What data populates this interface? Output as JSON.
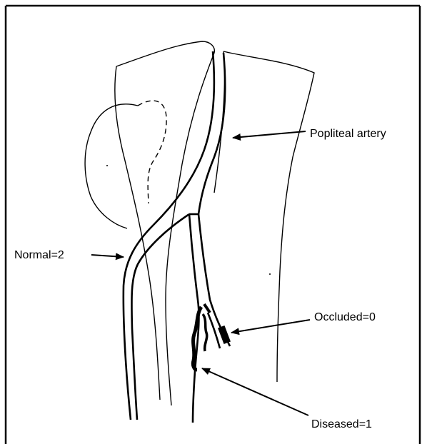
{
  "diagram": {
    "labels": {
      "popliteal": "Popliteal artery",
      "normal": "Normal=2",
      "occluded": "Occluded=0",
      "diseased": "Diseased=1"
    },
    "colors": {
      "line": "#000000",
      "background": "#ffffff"
    }
  }
}
